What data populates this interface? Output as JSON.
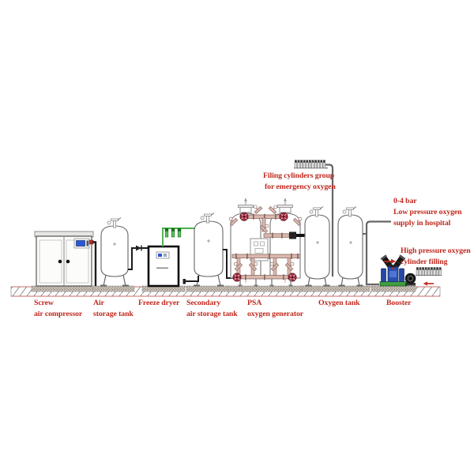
{
  "labels": {
    "screw_l1": "Screw",
    "screw_l2": "air compressor",
    "air_l1": "Air",
    "air_l2": "storage tank",
    "freeze": "Freeze dryer",
    "sec_l1": "Secondary",
    "sec_l2": "air storage tank",
    "psa_l1": "PSA",
    "psa_l2": "oxygen generator",
    "oxy": "Oxygen tank",
    "booster": "Booster",
    "emer_l1": "Filing cylinders group",
    "emer_l2": "for emergency oxygen",
    "low_l1": "0-4 bar",
    "low_l2": "Low pressure oxygen",
    "low_l3": "supply in hospital",
    "high_l1": "High pressure oxygen",
    "high_l2": "cylinder filling"
  },
  "colors": {
    "label_red": "#c0281e",
    "pipe_black": "#1c1c1c",
    "pipe_gray": "#666666",
    "pipe_green": "#4db04d",
    "filter_green": "#156e15",
    "pipe_rose": "#d9b8ae",
    "pipe_rose_edge": "#8a6a62",
    "valve_red": "#aa3246",
    "centerline_red": "#e09090",
    "equipment_outline": "#6b6b6b",
    "display_blue": "#2b57d8",
    "booster_blue": "#2a4fae",
    "booster_green": "#3f9d3f",
    "ground_red_line": "#d05a52"
  }
}
